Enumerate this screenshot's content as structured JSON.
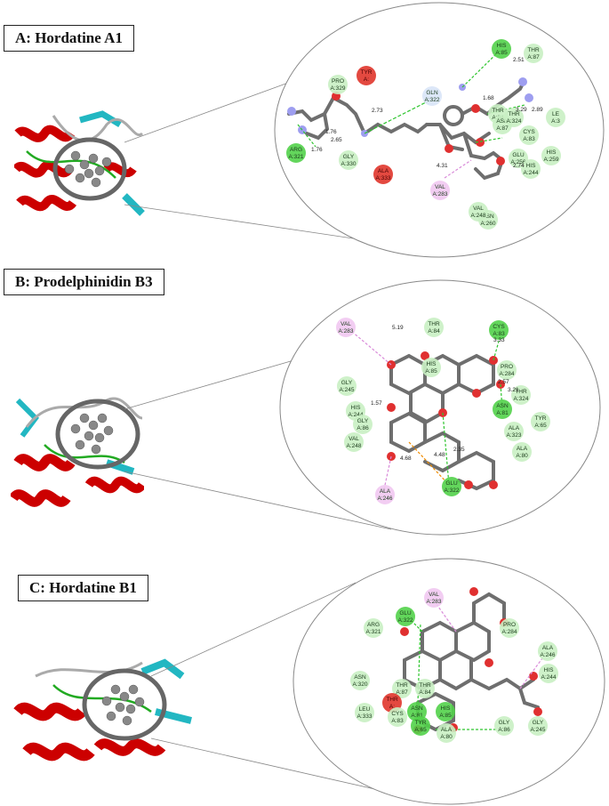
{
  "panels": [
    {
      "title": "A: Hordatine A1",
      "residues": [
        {
          "label": "HIS A:85",
          "kind": "hbond"
        },
        {
          "label": "THR A:87",
          "kind": "vdw"
        },
        {
          "label": "PRO A:329",
          "kind": "vdw"
        },
        {
          "label": "TYR A:",
          "kind": "unfav"
        },
        {
          "label": "GLN A:322",
          "kind": "carbon"
        },
        {
          "label": "THR A:84",
          "kind": "vdw"
        },
        {
          "label": "ASN A:87",
          "kind": "vdw"
        },
        {
          "label": "THR A:324",
          "kind": "vdw"
        },
        {
          "label": "LE A:3",
          "kind": "vdw"
        },
        {
          "label": "CYS A:83",
          "kind": "vdw"
        },
        {
          "label": "ARG A:321",
          "kind": "hbond"
        },
        {
          "label": "GLY A:330",
          "kind": "vdw"
        },
        {
          "label": "GLU A:256",
          "kind": "vdw"
        },
        {
          "label": "HIS A:259",
          "kind": "vdw"
        },
        {
          "label": "HIS A:244",
          "kind": "vdw"
        },
        {
          "label": "ALA A:333",
          "kind": "unfav"
        },
        {
          "label": "VAL A:283",
          "kind": "alkyl"
        },
        {
          "label": "ASN A:260",
          "kind": "vdw"
        },
        {
          "label": "VAL A:248",
          "kind": "vdw"
        }
      ],
      "distances": [
        "2.51",
        "1.68",
        "2.73",
        "1.76",
        "2.65",
        "1.76",
        "4.31",
        "2.74",
        "3.29",
        "2.89"
      ]
    },
    {
      "title": "B: Prodelphinidin B3",
      "residues": [
        {
          "label": "VAL A:283",
          "kind": "alkyl"
        },
        {
          "label": "THR A:84",
          "kind": "vdw"
        },
        {
          "label": "CYS A:83",
          "kind": "hbond"
        },
        {
          "label": "HIS A:85",
          "kind": "vdw"
        },
        {
          "label": "PRO A:284",
          "kind": "vdw"
        },
        {
          "label": "GLY A:245",
          "kind": "vdw"
        },
        {
          "label": "THR A:324",
          "kind": "vdw"
        },
        {
          "label": "HIS A:244",
          "kind": "vdw"
        },
        {
          "label": "ASN A:81",
          "kind": "hbond"
        },
        {
          "label": "TYR A:65",
          "kind": "vdw"
        },
        {
          "label": "GLY A:86",
          "kind": "vdw"
        },
        {
          "label": "ALA A:323",
          "kind": "vdw"
        },
        {
          "label": "VAL A:248",
          "kind": "vdw"
        },
        {
          "label": "ALA A:80",
          "kind": "vdw"
        },
        {
          "label": "GLU A:322",
          "kind": "hbond"
        },
        {
          "label": "ALA A:246",
          "kind": "alkyl"
        }
      ],
      "distances": [
        "5.19",
        "3.33",
        "2.57",
        "3.21",
        "1.57",
        "4.68",
        "4.48",
        "2.35"
      ]
    },
    {
      "title": "C: Hordatine B1",
      "residues": [
        {
          "label": "VAL A:283",
          "kind": "alkyl"
        },
        {
          "label": "GLU A:322",
          "kind": "hbond"
        },
        {
          "label": "ARG A:321",
          "kind": "vdw"
        },
        {
          "label": "PRO A:284",
          "kind": "vdw"
        },
        {
          "label": "ALA A:246",
          "kind": "vdw"
        },
        {
          "label": "HIS A:244",
          "kind": "vdw"
        },
        {
          "label": "ASN A:320",
          "kind": "vdw"
        },
        {
          "label": "THR A:87",
          "kind": "vdw"
        },
        {
          "label": "THR A:84",
          "kind": "vdw"
        },
        {
          "label": "THR A:",
          "kind": "unfav"
        },
        {
          "label": "LEU A:333",
          "kind": "vdw"
        },
        {
          "label": "CYS A:83",
          "kind": "vdw"
        },
        {
          "label": "ASN A:81",
          "kind": "hbond"
        },
        {
          "label": "TYR A:65",
          "kind": "hbond"
        },
        {
          "label": "HIS A:85",
          "kind": "hbond"
        },
        {
          "label": "ALA A:80",
          "kind": "vdw"
        },
        {
          "label": "GLY A:86",
          "kind": "vdw"
        },
        {
          "label": "GLY A:245",
          "kind": "vdw"
        }
      ],
      "distances": []
    }
  ],
  "colors": {
    "vdw": "#c9f0c3",
    "hbond": "#52d14a",
    "unfav": "#e0352b",
    "alkyl": "#f1c8f1",
    "carbon": "#d8e4f7",
    "hbond_line": "#2ec52e",
    "alkyl_line": "#d98ad9",
    "pi_line": "#f08c00",
    "helix": "#cc0000",
    "loop": "#22aa22",
    "sheet": "#22b7c2",
    "ligand": "#7b7b7b"
  }
}
